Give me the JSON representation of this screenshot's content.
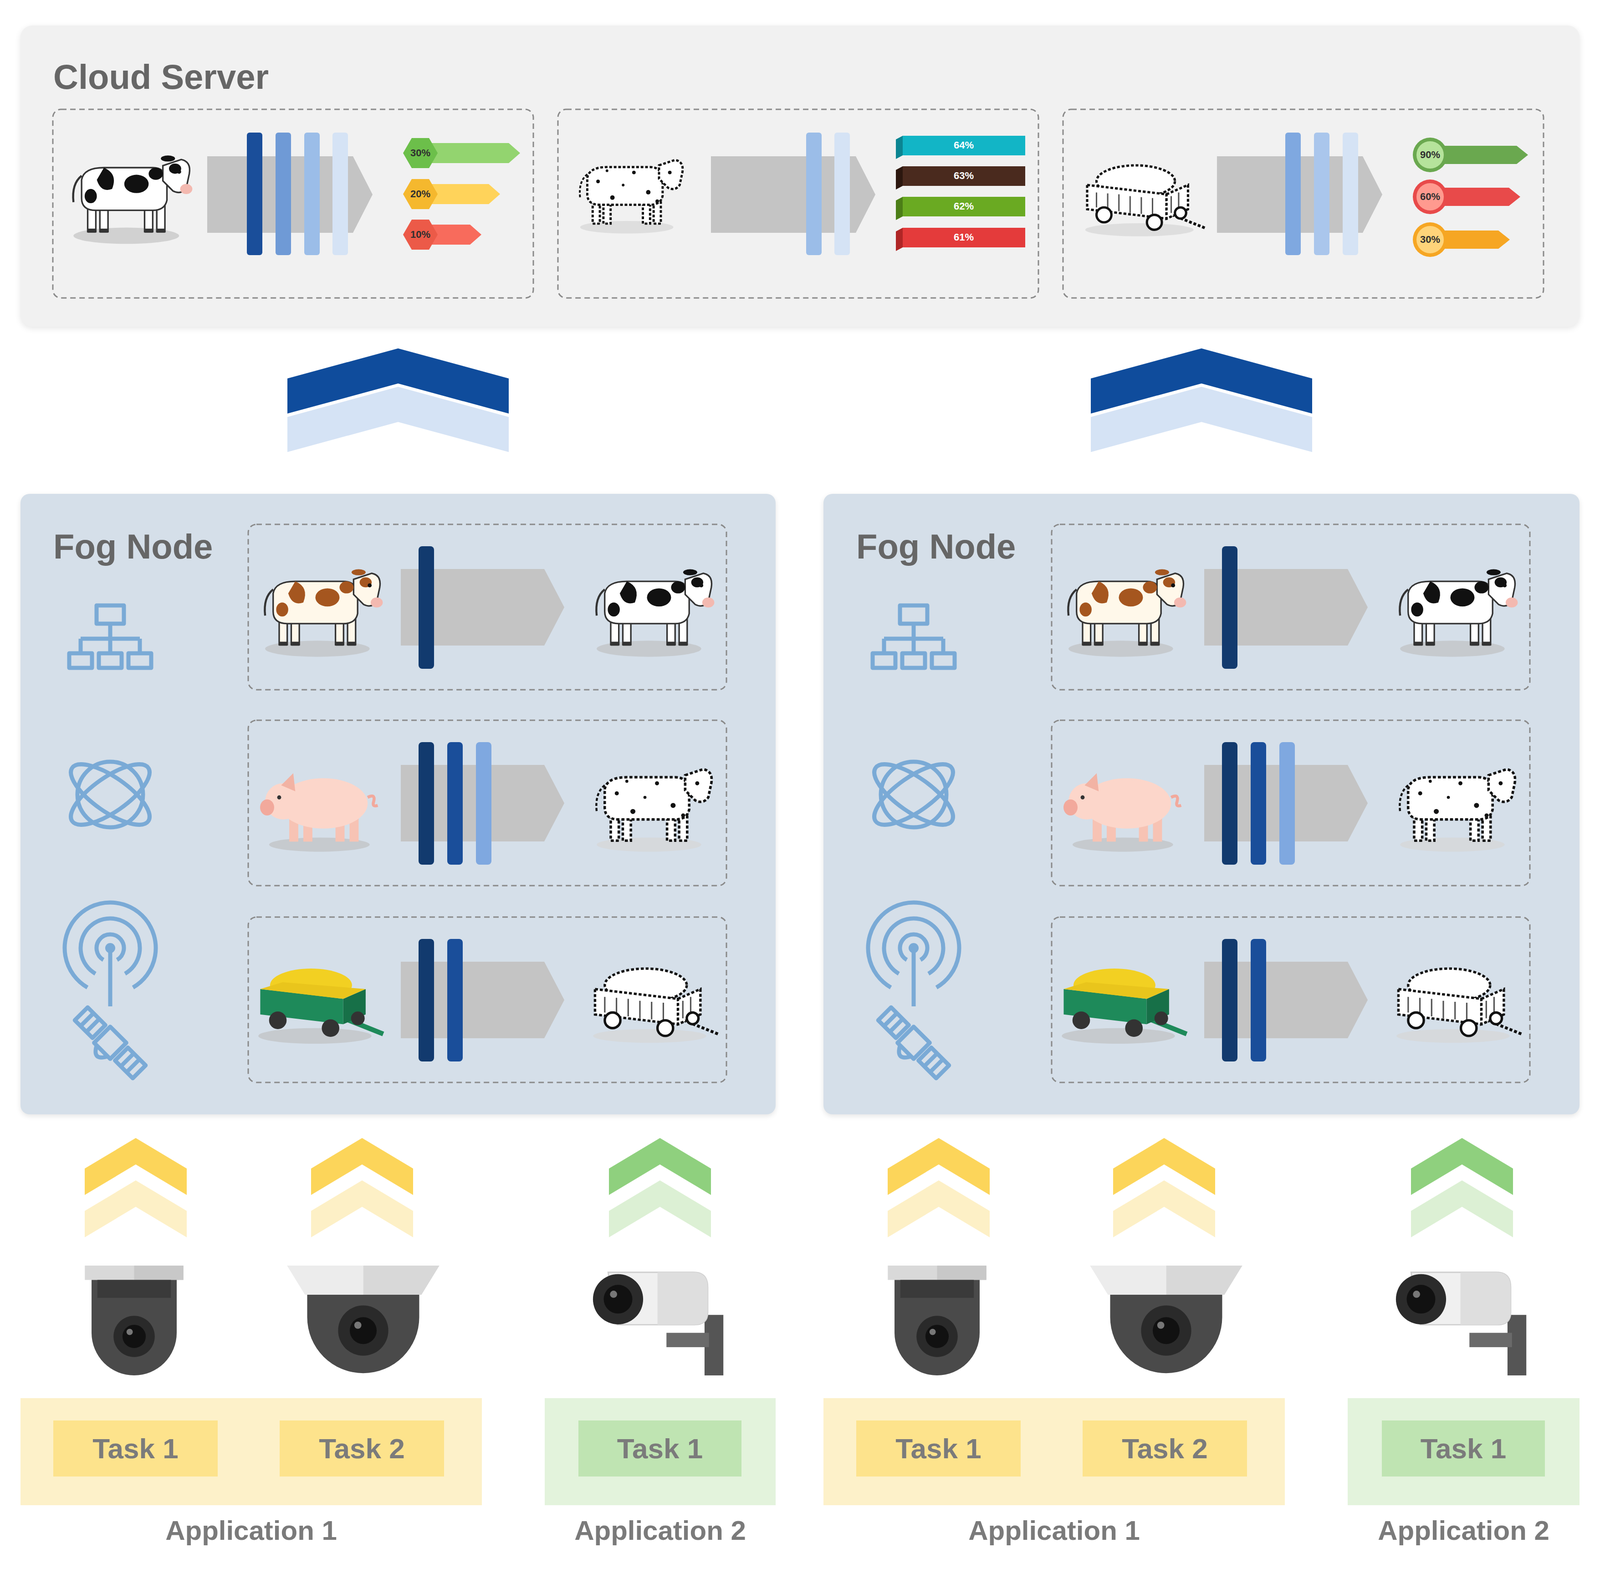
{
  "diagram": {
    "nodes": [
      {
        "text": [
          "Cloud Server"
        ]
      },
      {
        "text": [
          "Fog Node"
        ]
      },
      {
        "text": [
          "Fog Node"
        ]
      },
      {
        "text": [
          "Application 1"
        ]
      },
      {
        "text": [
          "Task 1"
        ],
        "in": 3
      },
      {
        "text": [
          "Task 2"
        ],
        "in": 3
      },
      {
        "text": [
          "Application 2"
        ]
      },
      {
        "text": [
          "Task 1"
        ],
        "in": 6
      },
      {
        "text": [
          "Application 1"
        ]
      },
      {
        "text": [
          "Task 1"
        ],
        "in": 8
      },
      {
        "text": [
          "Task 2"
        ],
        "in": 8
      },
      {
        "text": [
          "Application 2"
        ]
      },
      {
        "text": [
          "Task 1"
        ],
        "in": 11
      }
    ],
    "edges": [
      {
        "from": 1,
        "to": 0,
        "arrow": "to"
      },
      {
        "from": 2,
        "to": 0,
        "arrow": "to"
      }
    ],
    "labels": [
      "30%",
      "20%",
      "10%",
      "64%",
      "63%",
      "62%",
      "61%",
      "90%",
      "60%",
      "30%"
    ]
  }
}
